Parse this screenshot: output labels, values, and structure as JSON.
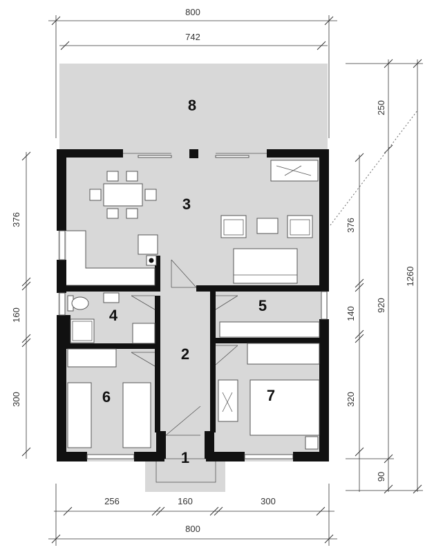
{
  "dimensions": {
    "top_total": "800",
    "top_inner": "742",
    "bottom_left": "256",
    "bottom_mid": "160",
    "bottom_right": "300",
    "bottom_total": "800",
    "left_top": "376",
    "left_mid": "160",
    "left_bottom": "300",
    "right_terrace": "250",
    "right_a": "376",
    "right_b": "140",
    "right_c": "320",
    "right_entry": "90",
    "right_inner_total": "920",
    "right_total": "1260"
  },
  "rooms": [
    {
      "number": "1"
    },
    {
      "number": "2"
    },
    {
      "number": "3"
    },
    {
      "number": "4"
    },
    {
      "number": "5"
    },
    {
      "number": "6"
    },
    {
      "number": "7"
    },
    {
      "number": "8"
    }
  ]
}
